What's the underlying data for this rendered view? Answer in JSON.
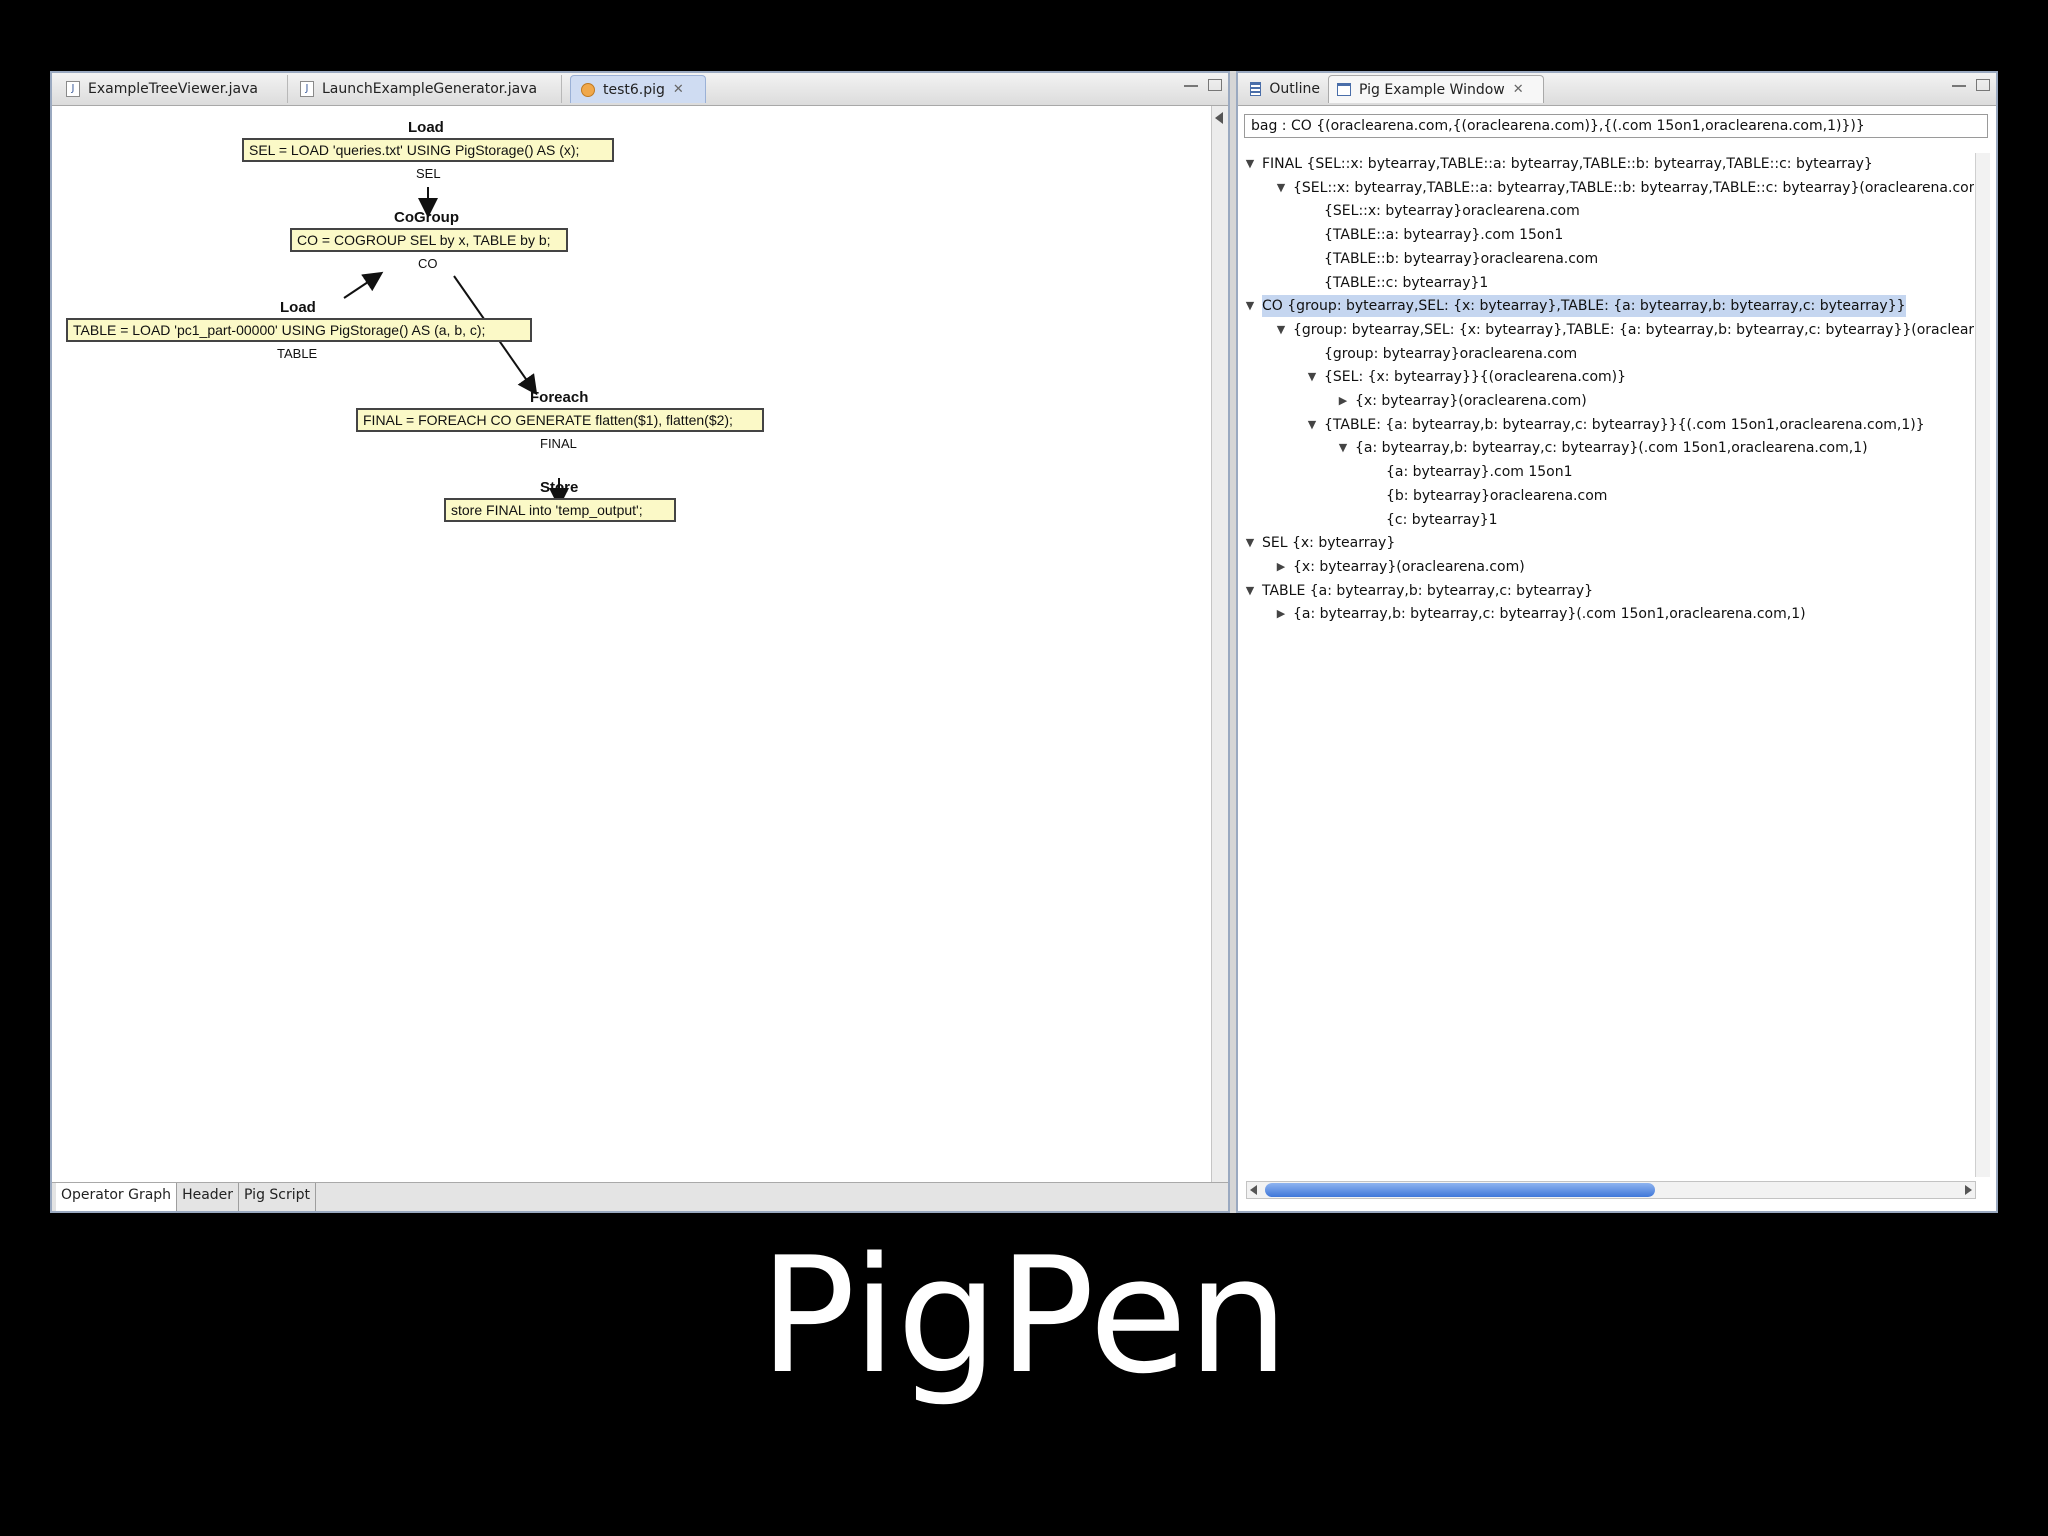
{
  "editor": {
    "tabs": [
      {
        "label": "ExampleTreeViewer.java",
        "icon": "java-file-icon"
      },
      {
        "label": "LaunchExampleGenerator.java",
        "icon": "java-file-icon"
      },
      {
        "label": "test6.pig",
        "icon": "pig-file-icon",
        "active": true
      }
    ],
    "bottom_tabs": [
      "Operator Graph",
      "Header",
      "Pig Script"
    ],
    "graph": {
      "load_sel": {
        "title": "Load",
        "statement": "SEL = LOAD 'queries.txt' USING PigStorage() AS (x);",
        "alias": "SEL"
      },
      "cogroup": {
        "title": "CoGroup",
        "statement": "CO = COGROUP SEL by x, TABLE by b;",
        "alias": "CO"
      },
      "load_table": {
        "title": "Load",
        "statement": "TABLE = LOAD 'pc1_part-00000' USING PigStorage() AS (a, b, c);",
        "alias": "TABLE"
      },
      "foreach": {
        "title": "Foreach",
        "statement": "FINAL = FOREACH CO GENERATE flatten($1), flatten($2);",
        "alias": "FINAL"
      },
      "store": {
        "title": "Store",
        "statement": "store FINAL into 'temp_output';"
      }
    }
  },
  "example_window": {
    "tabs": [
      {
        "label": "Outline",
        "icon": "outline-icon"
      },
      {
        "label": "Pig Example Window",
        "icon": "window-icon",
        "active": true
      }
    ],
    "bag_field": "bag : CO {(oraclearena.com,{(oraclearena.com)},{(.com 15on1,oraclearena.com,1)})}",
    "tree": [
      {
        "level": 0,
        "twisty": "open",
        "text": "FINAL {SEL::x: bytearray,TABLE::a: bytearray,TABLE::b: bytearray,TABLE::c: bytearray}"
      },
      {
        "level": 1,
        "twisty": "open",
        "text": "{SEL::x: bytearray,TABLE::a: bytearray,TABLE::b: bytearray,TABLE::c: bytearray}(oraclearena.com"
      },
      {
        "level": 2,
        "twisty": "none",
        "text": "{SEL::x: bytearray}oraclearena.com"
      },
      {
        "level": 2,
        "twisty": "none",
        "text": "{TABLE::a: bytearray}.com 15on1"
      },
      {
        "level": 2,
        "twisty": "none",
        "text": "{TABLE::b: bytearray}oraclearena.com"
      },
      {
        "level": 2,
        "twisty": "none",
        "text": "{TABLE::c: bytearray}1"
      },
      {
        "level": 0,
        "twisty": "open",
        "selected": true,
        "text": "CO {group: bytearray,SEL: {x: bytearray},TABLE: {a: bytearray,b: bytearray,c: bytearray}}"
      },
      {
        "level": 1,
        "twisty": "open",
        "text": "{group: bytearray,SEL: {x: bytearray},TABLE: {a: bytearray,b: bytearray,c: bytearray}}(oraclearen"
      },
      {
        "level": 2,
        "twisty": "none",
        "text": "{group: bytearray}oraclearena.com"
      },
      {
        "level": 2,
        "twisty": "open",
        "text": "{SEL: {x: bytearray}}{(oraclearena.com)}"
      },
      {
        "level": 3,
        "twisty": "closed",
        "text": "{x: bytearray}(oraclearena.com)"
      },
      {
        "level": 2,
        "twisty": "open",
        "text": "{TABLE: {a: bytearray,b: bytearray,c: bytearray}}{(.com 15on1,oraclearena.com,1)}"
      },
      {
        "level": 3,
        "twisty": "open",
        "text": "{a: bytearray,b: bytearray,c: bytearray}(.com 15on1,oraclearena.com,1)"
      },
      {
        "level": 4,
        "twisty": "none",
        "text": "{a: bytearray}.com 15on1"
      },
      {
        "level": 4,
        "twisty": "none",
        "text": "{b: bytearray}oraclearena.com"
      },
      {
        "level": 4,
        "twisty": "none",
        "text": "{c: bytearray}1"
      },
      {
        "level": 0,
        "twisty": "open",
        "text": "SEL {x: bytearray}"
      },
      {
        "level": 1,
        "twisty": "closed",
        "text": "{x: bytearray}(oraclearena.com)"
      },
      {
        "level": 0,
        "twisty": "open",
        "text": "TABLE {a: bytearray,b: bytearray,c: bytearray}"
      },
      {
        "level": 1,
        "twisty": "closed",
        "text": "{a: bytearray,b: bytearray,c: bytearray}(.com 15on1,oraclearena.com,1)"
      }
    ]
  },
  "caption": "PigPen"
}
